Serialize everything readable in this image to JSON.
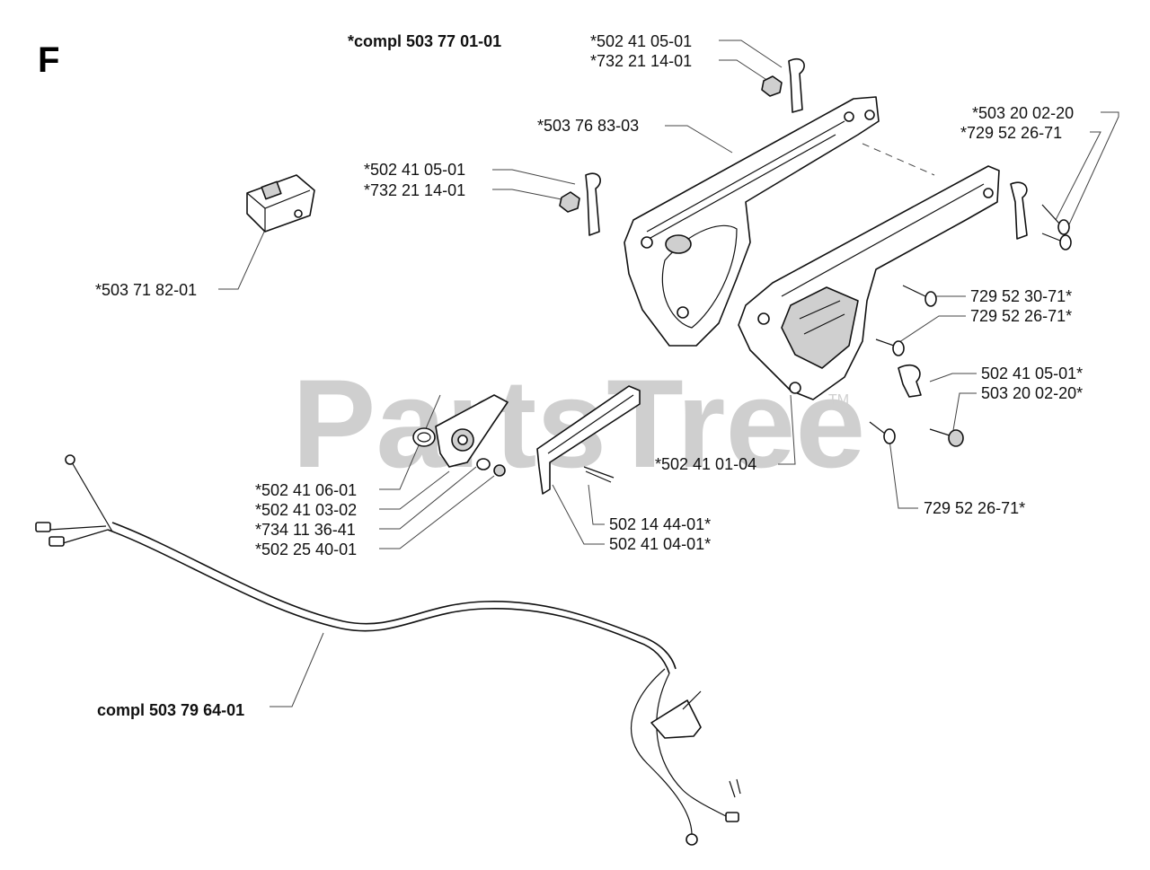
{
  "section_letter": "F",
  "watermark": {
    "text": "PartsTree",
    "tm": "TM"
  },
  "assemblies": [
    {
      "id": "handle-compl",
      "label": "*compl 503 77 01-01"
    },
    {
      "id": "harness-compl",
      "label": "compl 503 79 64-01"
    }
  ],
  "callouts": [
    "*502 41 05-01",
    "*732 21 14-01",
    "*503 76 83-03",
    "*502 41 05-01",
    "*732 21 14-01",
    "*503 20 02-20",
    "*729 52 26-71",
    "*503 71 82-01",
    "729 52 30-71*",
    "729 52 26-71*",
    "502 41 05-01*",
    "503 20 02-20*",
    "*502 41 01-04",
    "729 52 26-71*",
    "*502 41 06-01",
    "*502 41 03-02",
    "*734 11 36-41",
    "*502 25 40-01",
    "502 14 44-01*",
    "502 41 04-01*"
  ]
}
